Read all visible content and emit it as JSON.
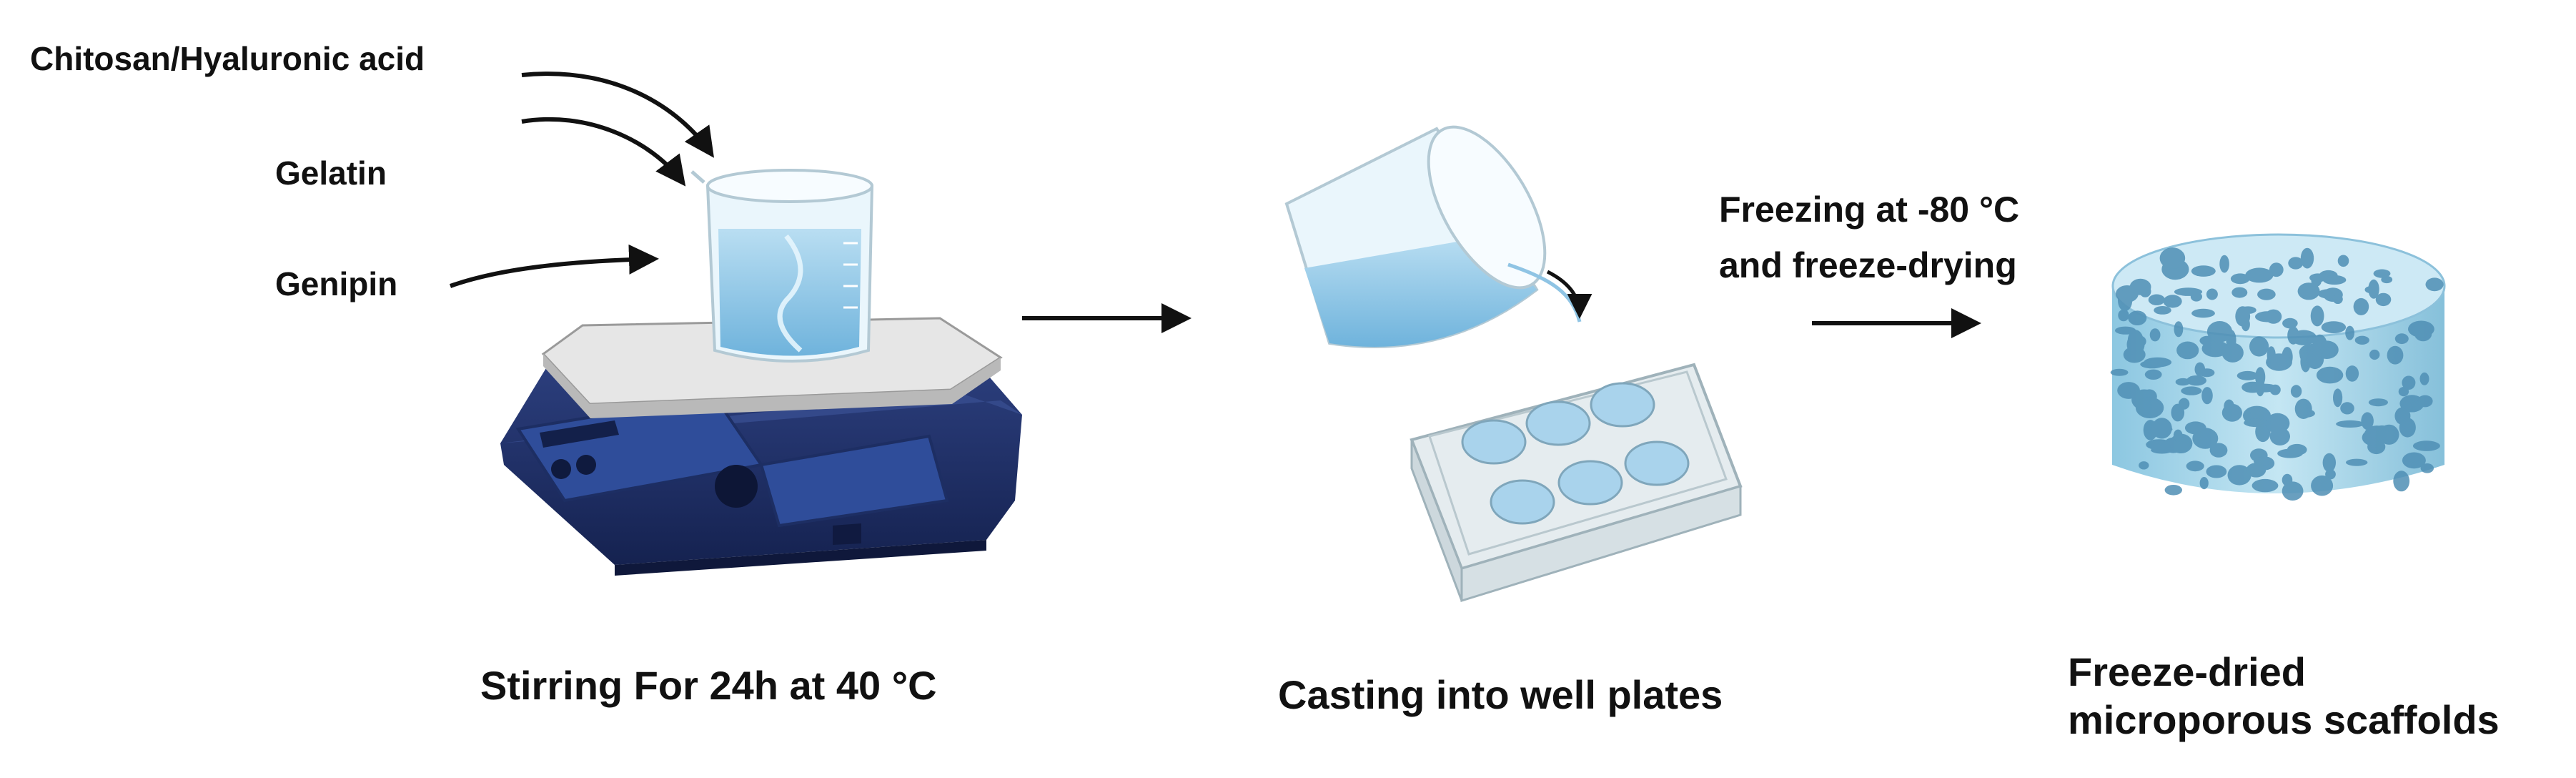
{
  "inputs": {
    "chitosan": "Chitosan/Hyaluronic acid",
    "gelatin": "Gelatin",
    "genipin": "Genipin"
  },
  "steps": {
    "stirring": "Stirring For 24h at 40 °C",
    "casting": "Casting into well plates",
    "freeze_condition_line1": "Freezing at -80 °C",
    "freeze_condition_line2": "and freeze-drying",
    "result_line1": "Freeze-dried",
    "result_line2": "microporous scaffolds"
  },
  "colors": {
    "text": "#111111",
    "arrow": "#111111",
    "stirrer_body": "#23356f",
    "stirrer_panel": "#2f4d9a",
    "plate_top": "#d8d8d8",
    "liquid": "#8fc4e4",
    "beaker_glass": "#e9f5fb",
    "well_plate": "#e4ebee",
    "well": "#a9d3ec",
    "scaffold": "#a9d7ea",
    "scaffold_pore": "#4f8fb5"
  },
  "icons": {
    "stirrer": "magnetic-stirrer-icon",
    "beaker": "beaker-icon",
    "pouring": "pouring-beaker-icon",
    "well_plate": "well-plate-icon",
    "scaffold": "porous-scaffold-icon"
  }
}
